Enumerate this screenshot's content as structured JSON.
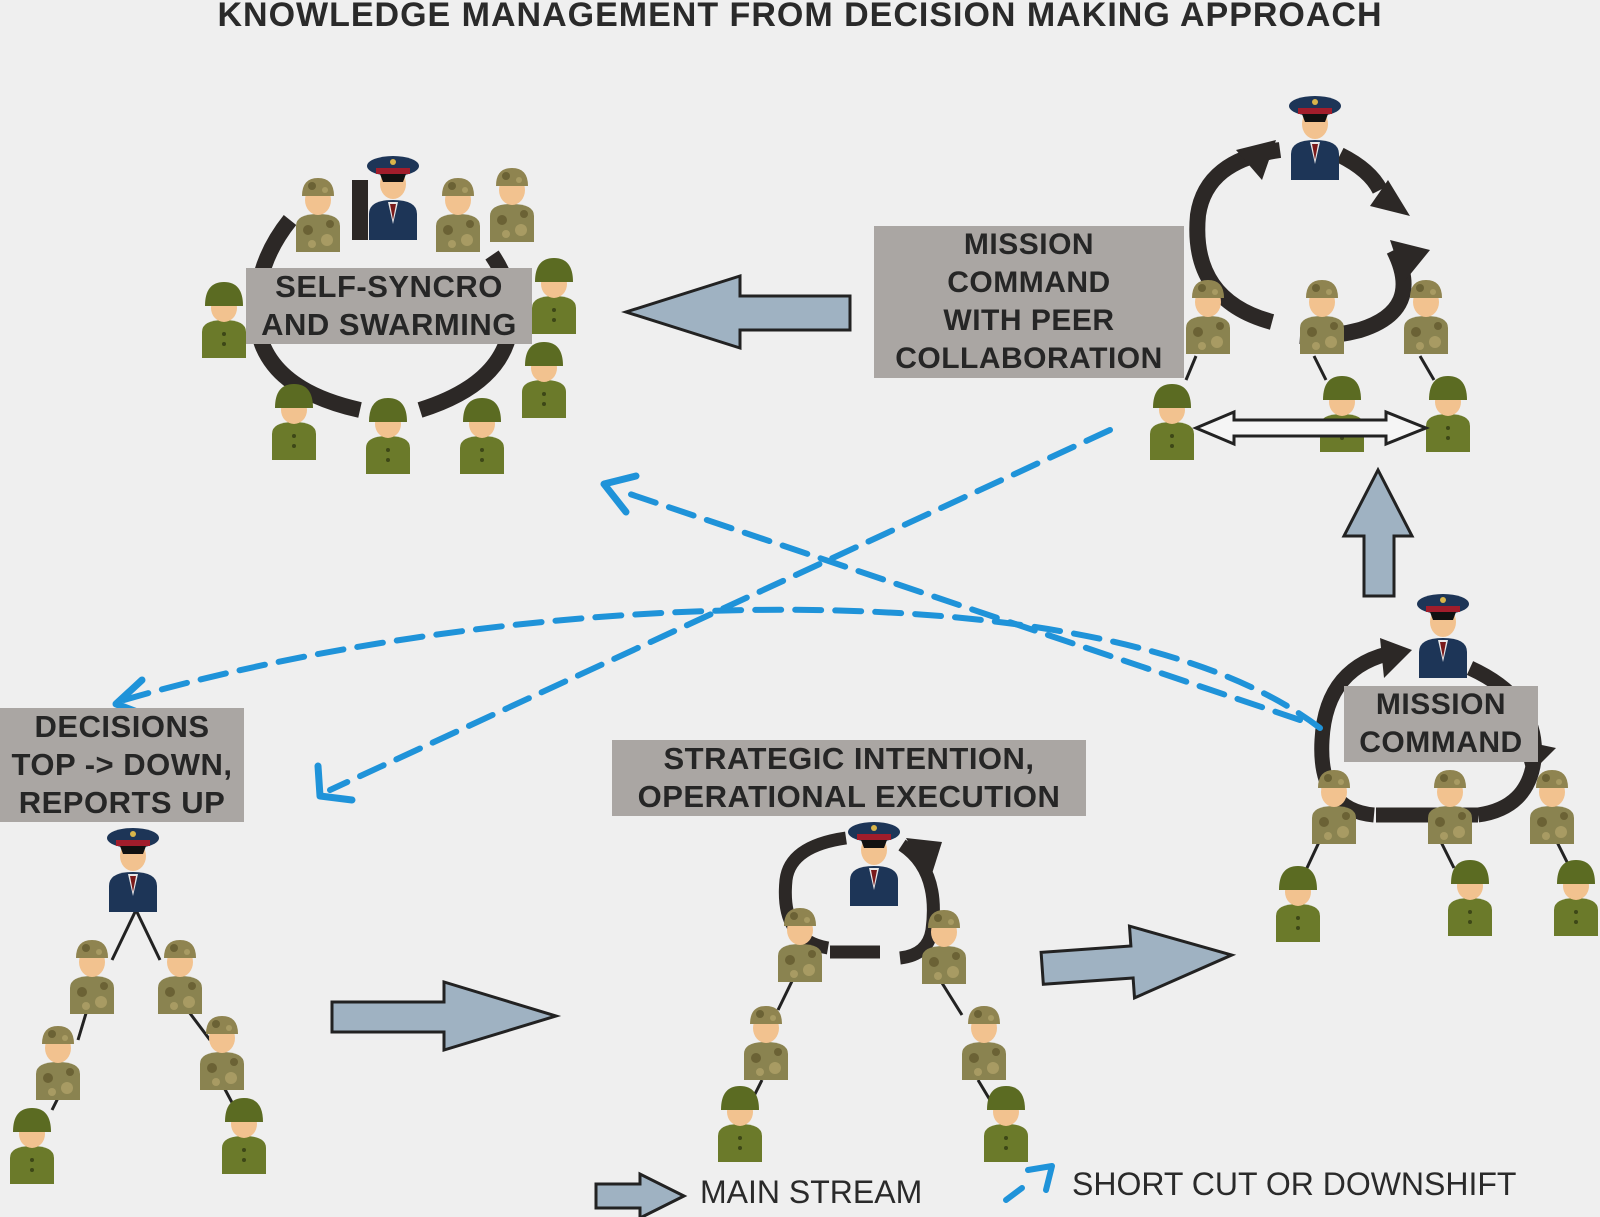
{
  "title": "KNOWLEDGE MANAGEMENT FROM DECISION MAKING APPROACH",
  "stages": {
    "decisions_top_down": "DECISIONS\nTOP -> DOWN,\nREPORTS UP",
    "strategic_intention": "STRATEGIC INTENTION,\nOPERATIONAL EXECUTION",
    "mission_command": "MISSION\nCOMMAND",
    "mission_command_peer": "MISSION\nCOMMAND\nWITH PEER\nCOLLABORATION",
    "self_syncro": "SELF-SYNCRO\nAND SWARMING"
  },
  "legend": {
    "main_stream": "MAIN STREAM",
    "short_cut": "SHORT CUT OR DOWNSHIFT"
  },
  "colors": {
    "background": "#efefef",
    "box": "#aaa6a3",
    "main_arrow": "#9fb2c2",
    "shortcut": "#1f93d9",
    "cycle": "#2c2826",
    "officer_uniform": "#1d3557",
    "soldier_camo": "#8a8350",
    "soldier_helmet": "#5b6b22"
  }
}
